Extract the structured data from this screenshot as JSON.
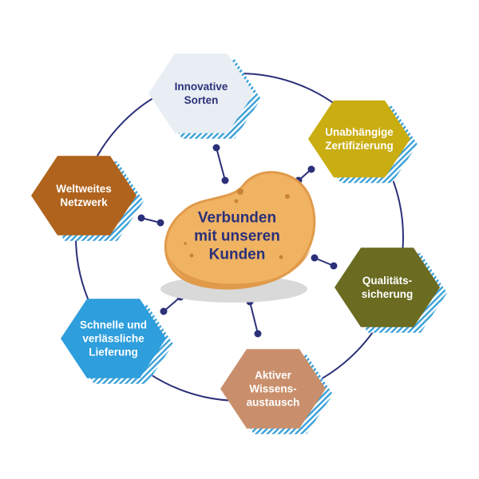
{
  "center": {
    "label": "Verbunden\nmit unseren\nKunden",
    "text_color": "#2b3079",
    "potato_color": "#f0b362",
    "potato_dark": "#e09a4a",
    "shadow_color": "#d9d9d9"
  },
  "ring_color": "#2b3079",
  "stripe_color": "#3aa0d8",
  "nodes": [
    {
      "id": "innovative-sorten",
      "label": "Innovative\nSorten",
      "fill": "#e8eef3",
      "text_color": "#2b3079"
    },
    {
      "id": "unabhaengige-zertifizierung",
      "label": "Unabhängige\nZertifizierung",
      "fill": "#c9ad11",
      "text_color": "#ffffff"
    },
    {
      "id": "qualitaetssicherung",
      "label": "Qualitäts-\nsicherung",
      "fill": "#6b6b21",
      "text_color": "#ffffff"
    },
    {
      "id": "aktiver-wissensaustausch",
      "label": "Aktiver\nWissens-\naustausch",
      "fill": "#c98f6c",
      "text_color": "#ffffff"
    },
    {
      "id": "schnelle-lieferung",
      "label": "Schnelle und\nverlässliche\nLieferung",
      "fill": "#2e9edc",
      "text_color": "#ffffff"
    },
    {
      "id": "weltweites-netzwerk",
      "label": "Weltweites\nNetzwerk",
      "fill": "#b0631d",
      "text_color": "#ffffff"
    }
  ]
}
